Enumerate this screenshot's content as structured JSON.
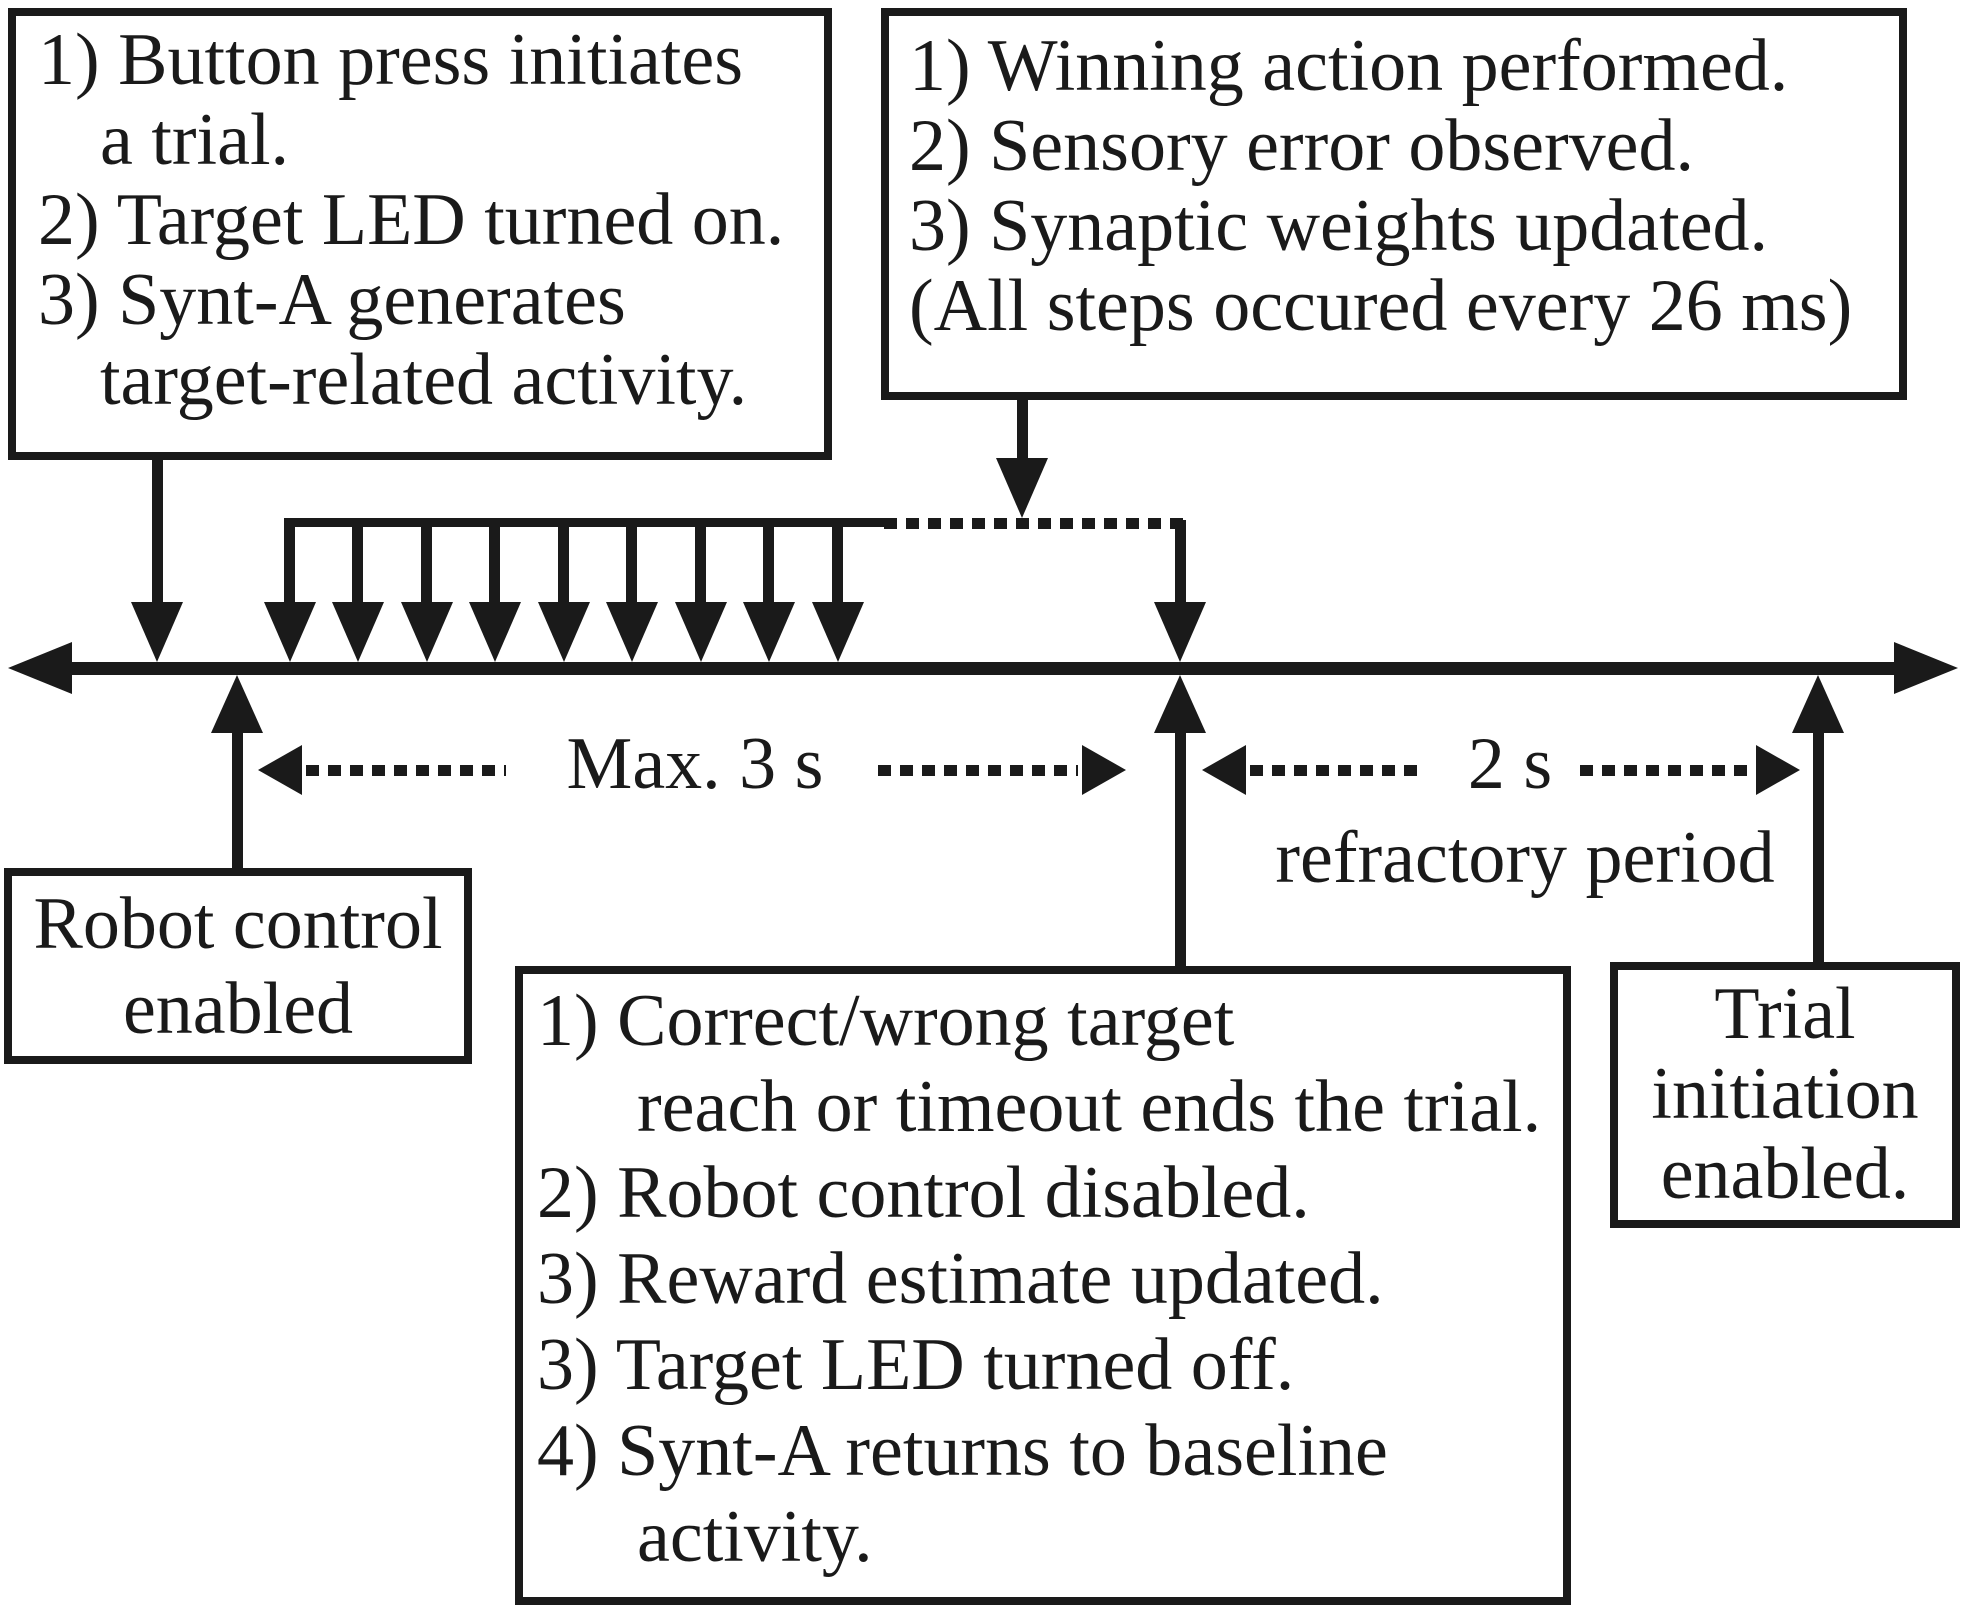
{
  "figure": {
    "description": "Trial timeline diagram",
    "colors": {
      "ink": "#1a1a1a",
      "background": "#ffffff"
    },
    "boxes": {
      "trial_start": {
        "lines": [
          "1) Button press initiates",
          "a trial.",
          "2) Target LED turned on.",
          "3) Synt-A generates",
          "target-related activity."
        ]
      },
      "action_loop": {
        "lines": [
          "1) Winning action performed.",
          "2) Sensory error observed.",
          "3) Synaptic weights updated.",
          "(All steps occured every 26 ms)"
        ]
      },
      "robot_control": {
        "lines": [
          "Robot control",
          "enabled"
        ]
      },
      "trial_end": {
        "lines": [
          "1) Correct/wrong target",
          "reach or timeout ends the trial.",
          "2) Robot control disabled.",
          "3) Reward estimate updated.",
          "3) Target LED turned off.",
          "4) Synt-A returns to baseline",
          "activity."
        ]
      },
      "trial_initiation": {
        "lines": [
          "Trial",
          "initiation",
          "enabled."
        ]
      }
    },
    "labels": {
      "max_duration": "Max. 3 s",
      "refractory_duration": "2 s",
      "refractory_caption": "refractory period"
    }
  }
}
